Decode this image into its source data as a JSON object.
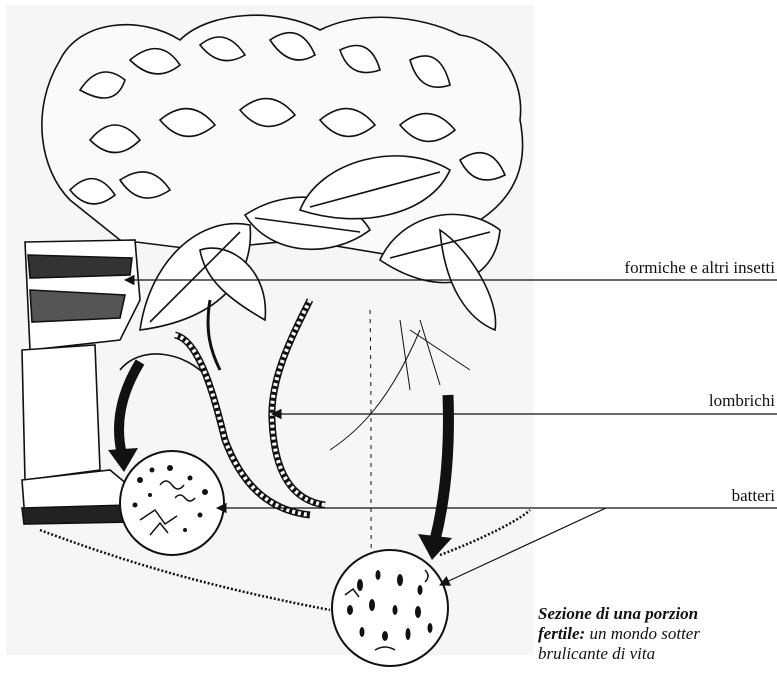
{
  "labels": {
    "insects": "formiche e altri insetti",
    "earthworms": "lombrichi",
    "bacteria": "batteri"
  },
  "caption": {
    "line1_bold": "Sezione di una porzion",
    "line2_bold": "fertile:",
    "line2_rest": " un mondo sotter",
    "line3": "brulicante di vita"
  },
  "colors": {
    "ink": "#111111",
    "background": "#ffffff",
    "paper": "#f6f6f6"
  }
}
